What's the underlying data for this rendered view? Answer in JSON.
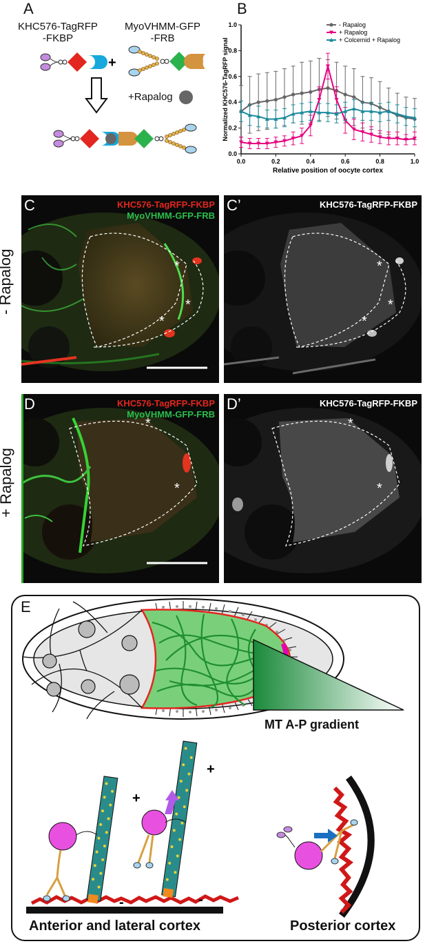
{
  "panels": {
    "A": "A",
    "B": "B",
    "C": "C",
    "C2": "C’",
    "D": "D",
    "D2": "D’",
    "E": "E"
  },
  "panel_a": {
    "construct1_line1": "KHC576-TagRFP",
    "construct1_line2": "-FKBP",
    "construct2_line1": "MyoVHMM-GFP",
    "construct2_line2": "-FRB",
    "plus": "+",
    "rapalog": "+Rapalog"
  },
  "chart_data": {
    "type": "line",
    "xlabel": "Relative position of oocyte cortex",
    "ylabel": "Normalized  KHC576-TagRFP signal",
    "xlim": [
      0,
      1
    ],
    "ylim": [
      0,
      1
    ],
    "xticks": [
      "0.0",
      "0.2",
      "0.4",
      "0.6",
      "0.8",
      "1.0"
    ],
    "yticks": [
      "0.0",
      "0.2",
      "0.4",
      "0.6",
      "0.8",
      "1.0"
    ],
    "legend_position": "top-right",
    "series": [
      {
        "name": "- Rapalog",
        "color": "#666666",
        "marker": "circle",
        "x": [
          0,
          0.05,
          0.1,
          0.15,
          0.2,
          0.25,
          0.3,
          0.35,
          0.4,
          0.45,
          0.5,
          0.55,
          0.6,
          0.65,
          0.7,
          0.75,
          0.8,
          0.85,
          0.9,
          0.95,
          1.0
        ],
        "y": [
          0.33,
          0.38,
          0.4,
          0.41,
          0.42,
          0.44,
          0.46,
          0.47,
          0.48,
          0.5,
          0.51,
          0.49,
          0.46,
          0.44,
          0.4,
          0.39,
          0.36,
          0.33,
          0.3,
          0.28,
          0.27
        ],
        "err": [
          0.2,
          0.22,
          0.22,
          0.22,
          0.22,
          0.22,
          0.22,
          0.24,
          0.24,
          0.24,
          0.22,
          0.22,
          0.22,
          0.22,
          0.2,
          0.2,
          0.2,
          0.18,
          0.17,
          0.16,
          0.16
        ]
      },
      {
        "name": "+ Rapalog",
        "color": "#e6007e",
        "marker": "triangle-down",
        "x": [
          0,
          0.05,
          0.1,
          0.15,
          0.2,
          0.25,
          0.3,
          0.35,
          0.4,
          0.45,
          0.5,
          0.55,
          0.6,
          0.65,
          0.7,
          0.75,
          0.8,
          0.85,
          0.9,
          0.95,
          1.0
        ],
        "y": [
          0.09,
          0.08,
          0.08,
          0.08,
          0.09,
          0.1,
          0.12,
          0.14,
          0.22,
          0.42,
          0.68,
          0.42,
          0.26,
          0.19,
          0.17,
          0.15,
          0.13,
          0.12,
          0.12,
          0.11,
          0.12
        ],
        "err": [
          0.04,
          0.04,
          0.04,
          0.04,
          0.04,
          0.04,
          0.05,
          0.06,
          0.08,
          0.1,
          0.1,
          0.1,
          0.1,
          0.08,
          0.07,
          0.06,
          0.05,
          0.05,
          0.05,
          0.04,
          0.05
        ]
      },
      {
        "name": "+ Colcemid + Rapalog",
        "color": "#1b8a9a",
        "marker": "triangle-up",
        "x": [
          0,
          0.05,
          0.1,
          0.15,
          0.2,
          0.25,
          0.3,
          0.35,
          0.4,
          0.45,
          0.5,
          0.55,
          0.6,
          0.65,
          0.7,
          0.75,
          0.8,
          0.85,
          0.9,
          0.95,
          1.0
        ],
        "y": [
          0.33,
          0.3,
          0.29,
          0.27,
          0.27,
          0.28,
          0.31,
          0.32,
          0.33,
          0.32,
          0.32,
          0.31,
          0.33,
          0.35,
          0.33,
          0.33,
          0.32,
          0.33,
          0.31,
          0.29,
          0.28
        ],
        "err": [
          0.08,
          0.08,
          0.08,
          0.07,
          0.07,
          0.07,
          0.07,
          0.07,
          0.07,
          0.07,
          0.07,
          0.07,
          0.07,
          0.07,
          0.07,
          0.07,
          0.07,
          0.07,
          0.07,
          0.07,
          0.07
        ]
      }
    ]
  },
  "micro": {
    "red_label": "KHC576-TagRFP-FKBP",
    "green_label": "MyoVHMM-GFP-FRB",
    "gray_label": "KHC576-TagRFP-FKBP",
    "asterisk": "*",
    "minus_rapalog": "- Rapalog",
    "plus_rapalog": "+ Rapalog"
  },
  "panel_e": {
    "gradient_label": "MT A-P gradient",
    "anterior_label": "Anterior and lateral cortex",
    "posterior_label": "Posterior cortex",
    "plus": "+",
    "minus": "-"
  },
  "colors": {
    "red": "#e3261f",
    "green": "#1f9e3c",
    "magenta": "#e600b4",
    "teal": "#1b8a9a"
  }
}
